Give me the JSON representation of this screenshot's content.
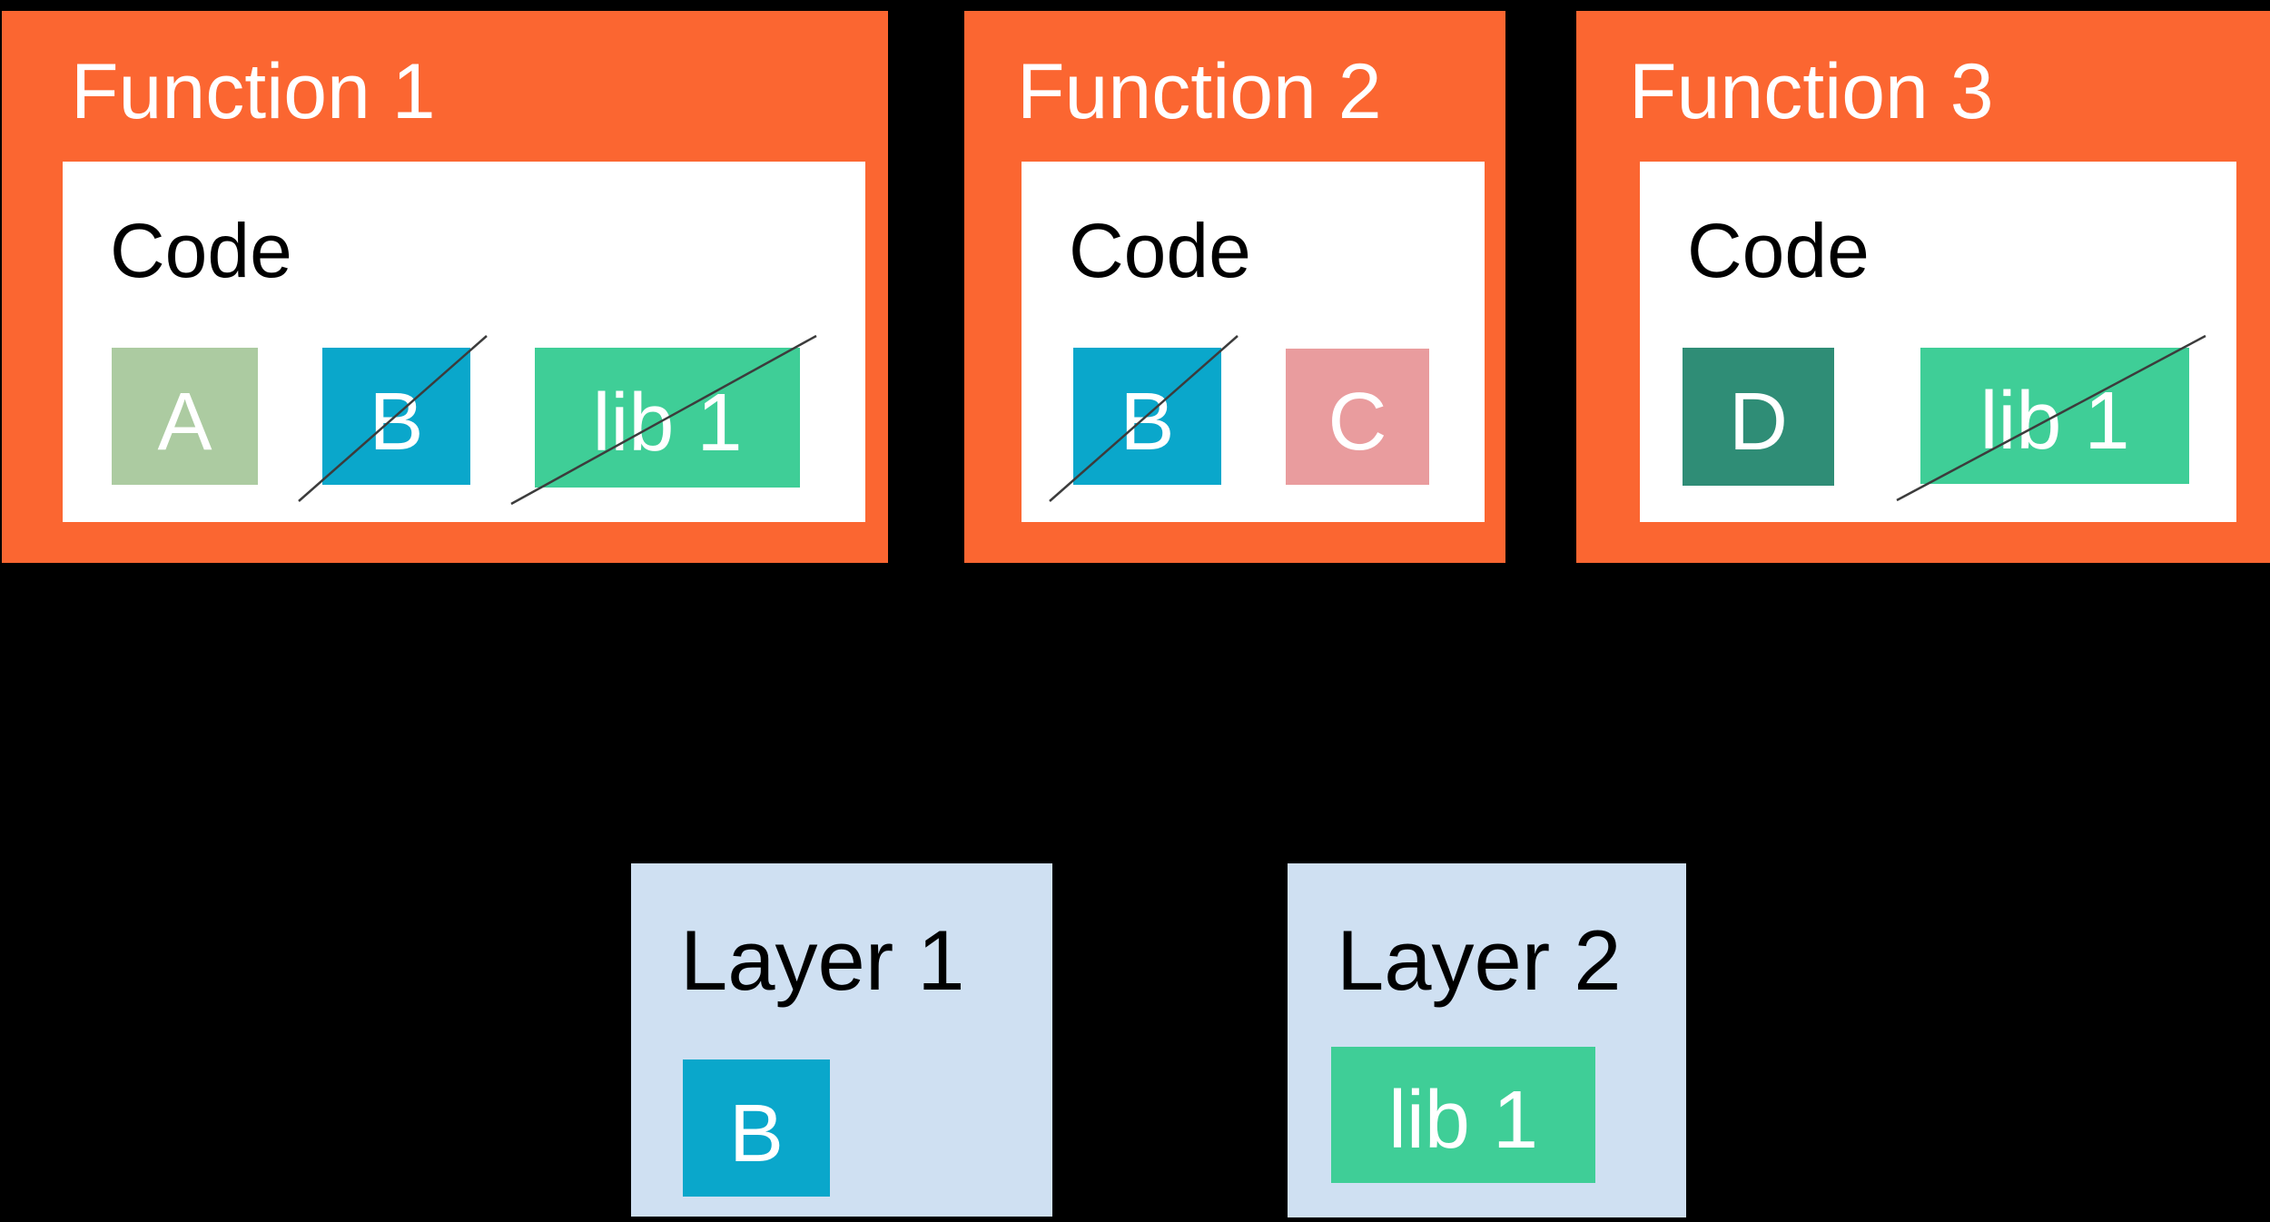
{
  "colors": {
    "background": "#000000",
    "function_box": "#FB6631",
    "inner_box": "#FFFFFF",
    "layer_box": "#CFE0F2",
    "title_text": "#FFFFFF",
    "code_text": "#000000",
    "chip_a": "#ACCBA1",
    "chip_b": "#0AA7CB",
    "chip_c": "#E99C9E",
    "chip_d": "#2F8D76",
    "chip_lib1": "#3FCE97",
    "strike_line": "#3C3C3C"
  },
  "functions": [
    {
      "title": "Function 1",
      "code_label": "Code",
      "chips": [
        {
          "label": "A",
          "struck": false
        },
        {
          "label": "B",
          "struck": true
        },
        {
          "label": "lib 1",
          "struck": true
        }
      ]
    },
    {
      "title": "Function 2",
      "code_label": "Code",
      "chips": [
        {
          "label": "B",
          "struck": true
        },
        {
          "label": "C",
          "struck": false
        }
      ]
    },
    {
      "title": "Function 3",
      "code_label": "Code",
      "chips": [
        {
          "label": "D",
          "struck": false
        },
        {
          "label": "lib 1",
          "struck": true
        }
      ]
    }
  ],
  "layers": [
    {
      "title": "Layer 1",
      "chips": [
        {
          "label": "B"
        }
      ]
    },
    {
      "title": "Layer 2",
      "chips": [
        {
          "label": "lib 1"
        }
      ]
    }
  ]
}
